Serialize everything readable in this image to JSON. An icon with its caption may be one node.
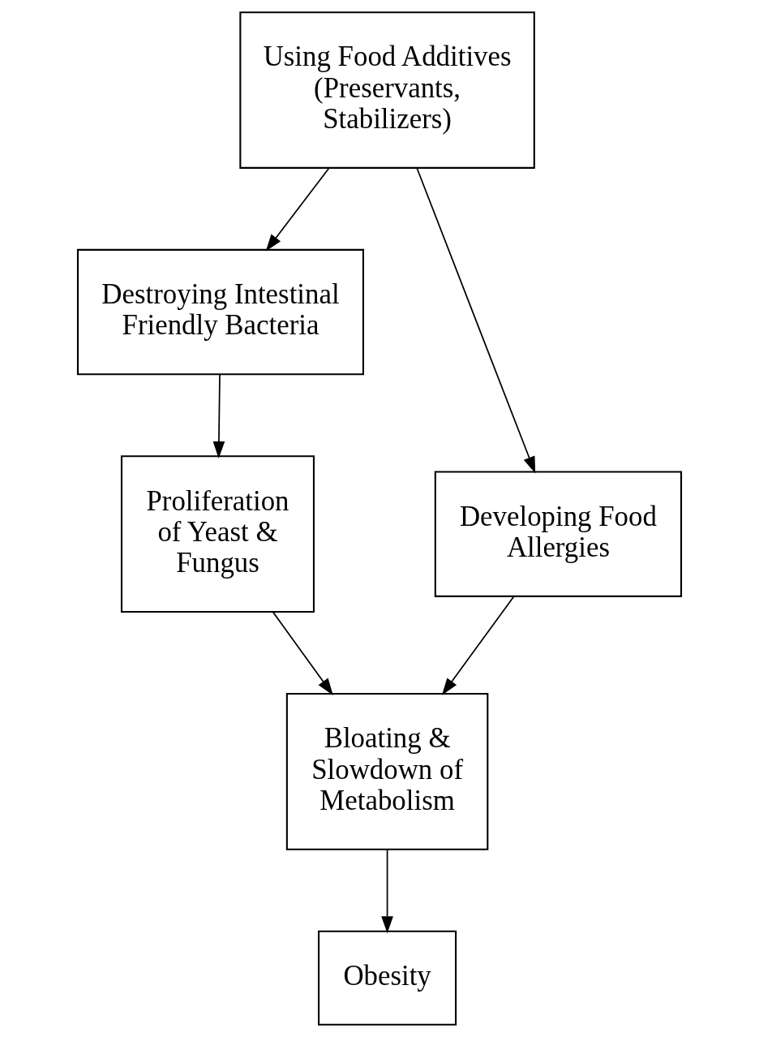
{
  "diagram": {
    "nodes": [
      {
        "text": [
          "Using Food Additives (Preservants, Stabilizers)"
        ]
      },
      {
        "text": [
          "Destroying Intestinal Friendly Bacteria"
        ]
      },
      {
        "text": [
          "Developing Food Allergies"
        ]
      },
      {
        "text": [
          "Proliferation of Yeast & Fungus"
        ]
      },
      {
        "text": [
          "Bloating & Slowdown of Metabolism"
        ]
      },
      {
        "text": [
          "Obesity"
        ]
      }
    ],
    "edges": [
      {
        "from": 0,
        "to": 1,
        "arrow": "to"
      },
      {
        "from": 0,
        "to": 2,
        "arrow": "to"
      },
      {
        "from": 1,
        "to": 3,
        "arrow": "to"
      },
      {
        "from": 3,
        "to": 4,
        "arrow": "to"
      },
      {
        "from": 2,
        "to": 4,
        "arrow": "to"
      },
      {
        "from": 4,
        "to": 5,
        "arrow": "to"
      }
    ]
  }
}
